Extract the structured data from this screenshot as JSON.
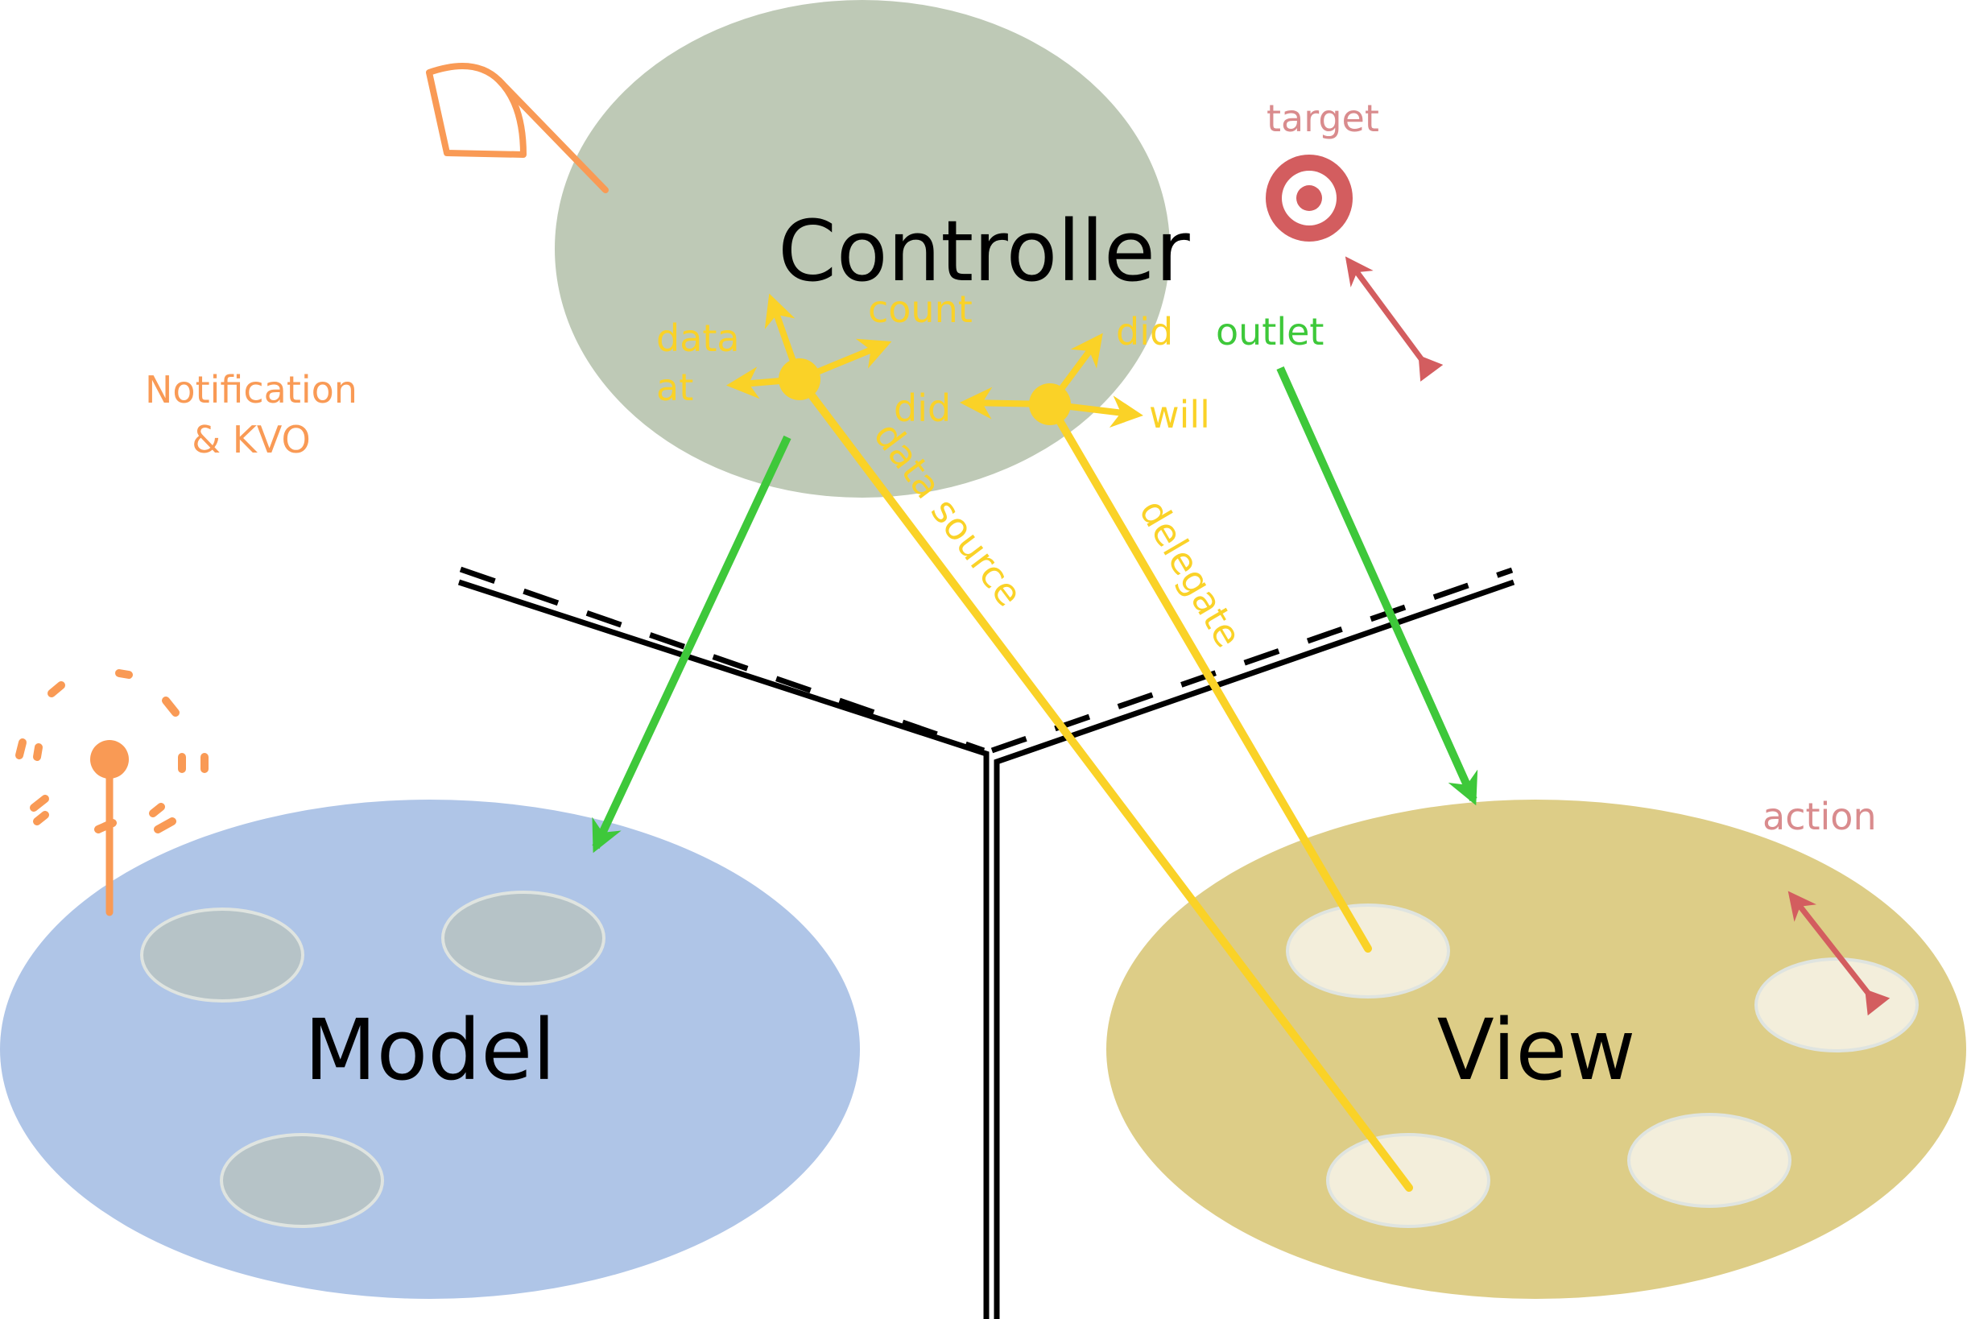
{
  "nodes": {
    "controller": "Controller",
    "model": "Model",
    "view": "View"
  },
  "labels": {
    "notification_line1": "Notification",
    "notification_line2": "& KVO",
    "target": "target",
    "outlet": "outlet",
    "action": "action",
    "data_source": "data source",
    "delegate": "delegate"
  },
  "data_source_methods": {
    "data": "data",
    "at": "at",
    "count": "count"
  },
  "delegate_methods": {
    "did_left": "did",
    "did_top": "did",
    "will": "will"
  },
  "colors": {
    "controller_fill": "#bec9b6",
    "model_fill": "#afc5e7",
    "view_fill": "#ddcd87",
    "model_item_fill": "#b6c3c7",
    "view_item_fill": "#f3eedb",
    "item_stroke": "#dfe4e0",
    "notification": "#f99a55",
    "target_action": "#d35d5f",
    "outlet": "#3ec83a",
    "data_source_delegate": "#fad227",
    "boundary": "#000000"
  },
  "icons": {
    "broadcast": "broadcast-antenna-icon",
    "observe": "eye-observer-icon",
    "target": "bullseye-target-icon"
  }
}
